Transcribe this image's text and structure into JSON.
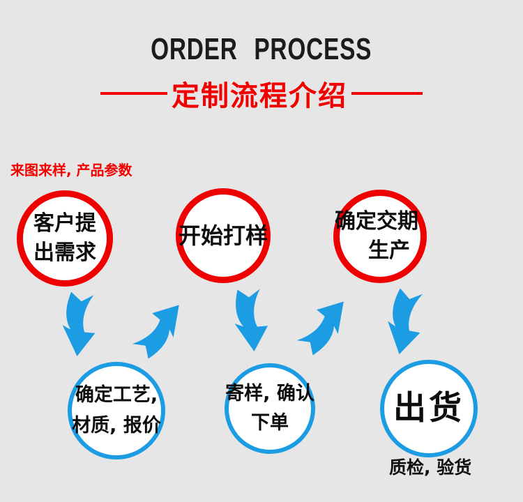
{
  "header": {
    "title": "ORDER PROCESS",
    "subtitle": "定制流程介绍"
  },
  "notes": {
    "top_left": "来图来样, 产品参数",
    "bottom_right": "质检, 验货"
  },
  "flow": {
    "top_row": [
      {
        "name": "customer-request",
        "line1": "客户提",
        "line2": "出需求"
      },
      {
        "name": "start-sampling",
        "line1": "开始打样",
        "line2": ""
      },
      {
        "name": "confirm-delivery",
        "line1": "确定交期",
        "line2": "生产"
      }
    ],
    "bottom_row": [
      {
        "name": "confirm-process-quote",
        "line1": "确定工艺,",
        "line2": "材质, 报价"
      },
      {
        "name": "send-sample-order",
        "line1": "寄样, 确认",
        "line2": "下单"
      },
      {
        "name": "shipment",
        "line1": "出货",
        "line2": ""
      }
    ]
  },
  "colors": {
    "accent_red": "#ee0000",
    "accent_blue": "#1b9ce3",
    "background": "#e6e6e6",
    "circle_fill": "#ffffff",
    "title_text": "#1c1c1c"
  }
}
